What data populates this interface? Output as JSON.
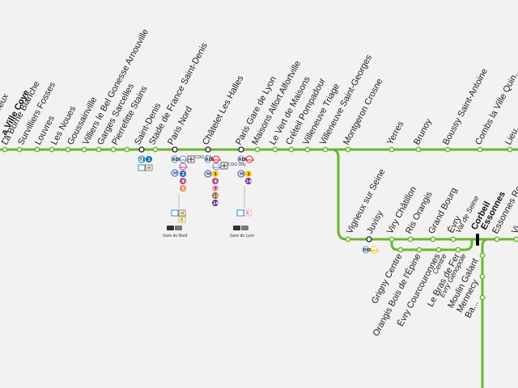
{
  "colors": {
    "background": "#f2f2f2",
    "line": "#6cb52d",
    "station_fill": "#ffffff",
    "terminus": "#000000",
    "text": "#222222",
    "rer_a": "#e3051c",
    "rer_b": "#5291ce",
    "rer_e": "#c04191",
    "rer_c": "#ffce00",
    "rer_h": "#8d5e2a",
    "rer_t": "#0075bf",
    "metro": "#2f4b9b"
  },
  "map": {
    "stations_main": [
      {
        "id": "top-left-1",
        "label": "...eux",
        "bold": false
      },
      {
        "id": "villiers-coye",
        "label": "...a Ville Coye",
        "bold": true
      },
      {
        "id": "la-borne-blanche",
        "label": "La Borne Blanche",
        "bold": false
      },
      {
        "id": "survilliers-fosses",
        "label": "Survilliers Fosses",
        "bold": false
      },
      {
        "id": "louvres",
        "label": "Louvres",
        "bold": false
      },
      {
        "id": "les-noues",
        "label": "Les Noues",
        "bold": false
      },
      {
        "id": "goussainville",
        "label": "Goussainville",
        "bold": false
      },
      {
        "id": "villiers-le-bel",
        "label": "Villiers le Bel Gonesse Arnouville",
        "bold": false
      },
      {
        "id": "garges-sarcelles",
        "label": "Garges Sarcelles",
        "bold": false
      },
      {
        "id": "pierrefitte-stains",
        "label": "Pierrefitte Stains",
        "bold": false
      },
      {
        "id": "saint-denis",
        "label": "Saint-Denis",
        "bold": false
      },
      {
        "id": "stade-de-france",
        "label": "Stade de France Saint-Denis",
        "bold": false
      },
      {
        "id": "paris-nord",
        "label": "Paris Nord",
        "bold": false
      },
      {
        "id": "chatelet",
        "label": "Châtelet Les Halles",
        "bold": false
      },
      {
        "id": "paris-gare-de-lyon",
        "label": "Paris Gare de Lyon",
        "bold": false
      },
      {
        "id": "maisons-alfort",
        "label": "Maisons Alfort Alfortville",
        "bold": false
      },
      {
        "id": "le-vert-de-maisons",
        "label": "Le Vert de Maisons",
        "bold": false
      },
      {
        "id": "creteil-pompadour",
        "label": "Créteil Pompadour",
        "bold": false
      },
      {
        "id": "villeneuve-triage",
        "label": "Villeneuve Triage",
        "bold": false
      },
      {
        "id": "villeneuve-saint-georges",
        "label": "Villeneuve Saint-Georges",
        "bold": false
      },
      {
        "id": "montgeron-crosne",
        "label": "Montgeron Crosne",
        "bold": false
      },
      {
        "id": "yerres",
        "label": "Yerres",
        "bold": false
      },
      {
        "id": "brunoy",
        "label": "Brunoy",
        "bold": false
      },
      {
        "id": "boussy-saint-antoine",
        "label": "Boussy Saint-Antoine",
        "bold": false
      },
      {
        "id": "combs-la-ville",
        "label": "Combs la Ville Quin...",
        "bold": false
      },
      {
        "id": "lieusaint",
        "label": "Lieu...",
        "bold": false
      }
    ],
    "stations_mid": [
      {
        "id": "vigneux",
        "label": "Vigneux sur Seine"
      },
      {
        "id": "juvisy",
        "label": "Juvisy"
      },
      {
        "id": "viry-chatillon",
        "label": "Viry Châtillon"
      },
      {
        "id": "ris-orangis",
        "label": "Ris Orangis"
      },
      {
        "id": "grand-bourg",
        "label": "Grand Bourg"
      },
      {
        "id": "evry-val-de-seine",
        "label": "Évry",
        "sub": "Val de Seine"
      },
      {
        "id": "corbeil-essonnes",
        "label": "Corbeil",
        "label2": "Essonnes"
      },
      {
        "id": "essonnes-robinson",
        "label": "Essonnes Ro..."
      },
      {
        "id": "villabe",
        "label": "Vi..."
      }
    ],
    "stations_low": [
      {
        "id": "grigny-centre",
        "label": "Grigny Centre"
      },
      {
        "id": "orangis-bois-de-lepine",
        "label": "Orangis Bois de l'Épine"
      },
      {
        "id": "evry-courcouronnes",
        "label": "Évry Courcouronnes",
        "sub": "Centre"
      },
      {
        "id": "le-bras-de-fer",
        "label": "Le Bras de Fer",
        "sub": "Évry Génopole"
      }
    ],
    "stations_bottom": [
      {
        "id": "moulin-galant",
        "label": "Moulin Galant"
      },
      {
        "id": "mennecy",
        "label": "Mennecy"
      },
      {
        "id": "ballancourt",
        "label": "Ba..."
      }
    ],
    "correspondences": {
      "saint_denis": [
        "T1",
        "H"
      ],
      "paris_nord": [
        "RER B",
        "RER E",
        "CDG Orly",
        "M",
        "2",
        "4",
        "5"
      ],
      "paris_nord_below": [
        "H",
        "K"
      ],
      "gare_du_nord": "Gare du Nord",
      "chatelet": [
        "RER A",
        "RER B",
        "CDG Orly",
        "M",
        "1",
        "4",
        "7",
        "11",
        "14"
      ],
      "gare_de_lyon_top": [
        "RER A",
        "M",
        "1",
        "14"
      ],
      "gare_de_lyon_below": [
        "R"
      ],
      "gare_de_lyon": "Gare de Lyon",
      "juvisy": [
        "RER C"
      ],
      "cdg_orly": "CDG Orly"
    }
  }
}
